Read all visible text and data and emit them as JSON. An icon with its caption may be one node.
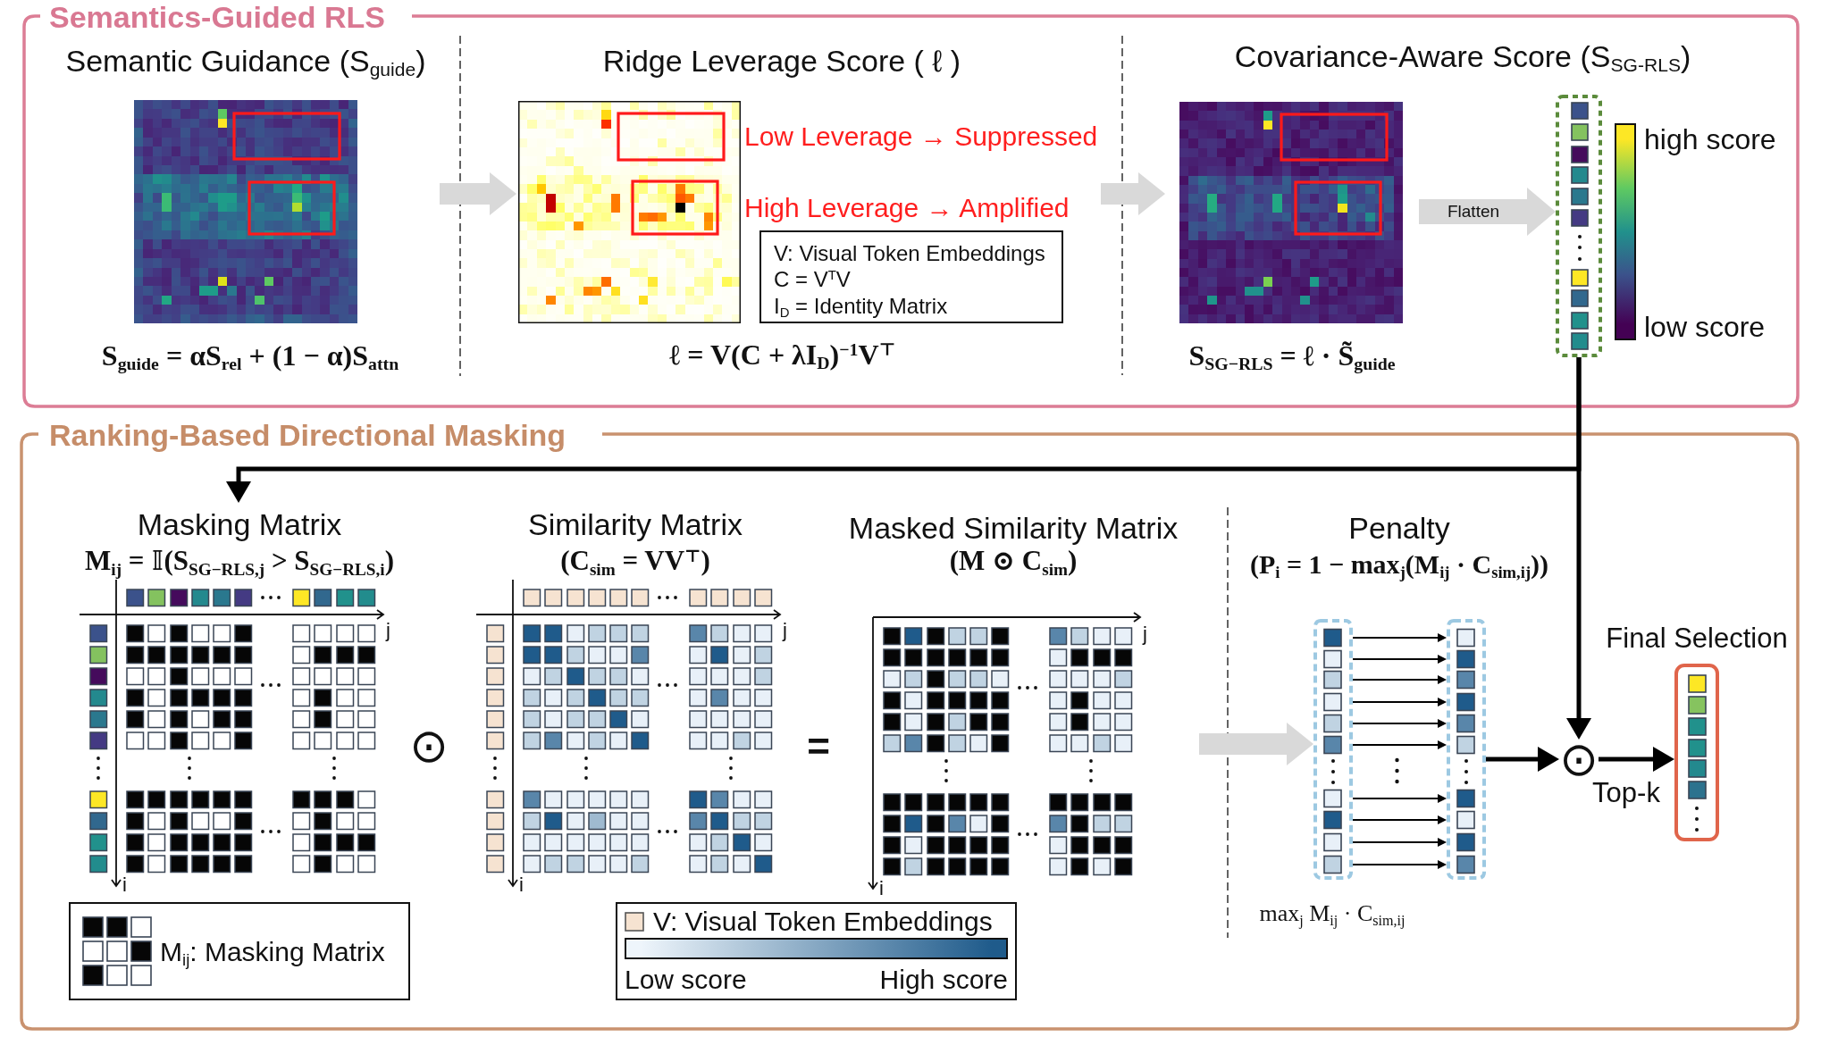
{
  "diagram": {
    "nodes": [
      {
        "text": [
          "Semantics-Guided RLS"
        ]
      },
      {
        "text": [
          "Semantic Guidance (S$_{guide}$)"
        ],
        "beside": [
          "S$_{guide}$ = αS$_{rel}$ + (1 − α)S$_{attn}$"
        ],
        "in": 0
      },
      {
        "text": [
          "Ridge Leverage Score ( ℓ )"
        ],
        "beside": [
          "Low Leverage → Suppressed",
          "High Leverage → Amplified",
          "ℓ = V(C + λI$_{D}$)$^{−1}$V$^{⊤}$"
        ],
        "in": 0
      },
      {
        "text": [
          "V: Visual Token Embeddings",
          "C = V$^{T}$V",
          "I$_{D}$ = Identity Matrix"
        ],
        "in": 0
      },
      {
        "text": [],
        "shape": "picture",
        "beside": [
          "S$_{SG−RLS}$ = ℓ · S̃$_{guide}$"
        ],
        "in": 0
      },
      {
        "text": [],
        "shape": "box",
        "in": 0
      },
      {
        "text": [
          "Ranking-Based Directional Masking"
        ]
      },
      {
        "text": [
          "Masking Matrix",
          "M$_{ij}$ = 𝕀(S$_{SG−RLS,j}$ > S$_{SG−RLS,i}$)",
          "j",
          "i"
        ],
        "in": 6
      },
      {
        "text": [
          "Similarity Matrix",
          "(C$_{sim}$ = VV$^{⊤}$)",
          "j",
          "i"
        ],
        "in": 6
      },
      {
        "text": [
          "Masked Similarity Matrix",
          "(M ⊙ C$_{sim}$)",
          "j",
          "i"
        ],
        "in": 6
      },
      {
        "text": [],
        "shape": "box",
        "in": 6
      },
      {
        "text": [],
        "shape": "box",
        "in": 6
      },
      {
        "text": [
          "⊙"
        ],
        "in": 6
      },
      {
        "text": [],
        "shape": "box",
        "beside": [
          "Final Selection"
        ],
        "in": 6
      }
    ],
    "edges": [
      {
        "from": 1,
        "to": 2,
        "arrow": "to",
        "style": "thick",
        "color": "#d9d9d9"
      },
      {
        "from": 2,
        "to": 4,
        "arrow": "to",
        "style": "thick",
        "color": "#d9d9d9"
      },
      {
        "from": 4,
        "to": 5,
        "arrow": "to",
        "label": "Flatten",
        "style": "thick",
        "color": "#d9d9d9"
      },
      {
        "from": 5,
        "to": 7,
        "arrow": "to",
        "style": "thick"
      },
      {
        "from": 5,
        "to": 12,
        "arrow": "to",
        "style": "thick"
      },
      {
        "from": 9,
        "to": 10,
        "arrow": "to",
        "style": "thick",
        "color": "#d9d9d9"
      },
      {
        "from": 10,
        "to": 11,
        "arrow": "to"
      },
      {
        "from": 10,
        "to": 11,
        "arrow": "to"
      },
      {
        "from": 10,
        "to": 11,
        "arrow": "to"
      },
      {
        "from": 10,
        "to": 11,
        "arrow": "to"
      },
      {
        "from": 10,
        "to": 11,
        "arrow": "to"
      },
      {
        "from": 10,
        "to": 11,
        "arrow": "to"
      },
      {
        "from": 10,
        "to": 11,
        "arrow": "to"
      },
      {
        "from": 10,
        "to": 11,
        "arrow": "to"
      },
      {
        "from": 10,
        "to": 11,
        "arrow": "to"
      },
      {
        "from": 10,
        "to": 11,
        "arrow": "to"
      },
      {
        "from": 11,
        "to": 12,
        "arrow": "to",
        "style": "thick"
      },
      {
        "from": 12,
        "to": 13,
        "arrow": "to",
        "label": "Top-k",
        "style": "thick"
      }
    ],
    "labels": [
      "Covariance-Aware Score (S$_{SG-RLS}$)",
      "Penalty",
      "(P$_{i}$ = 1 − max$_{j}$(M$_{ij}$ · C$_{sim,ij}$))",
      "⊙",
      "=",
      "max$_{j}$ M$_{ij}$ · C$_{sim,ij}$"
    ],
    "legend": [
      {
        "text": "high score",
        "color": "#fde725"
      },
      {
        "text": "low score",
        "color": "#440154"
      },
      {
        "text": "M$_{ij}$: Masking Matrix"
      },
      {
        "text": "V: Visual Token Embeddings",
        "color": "#f6e3d1"
      },
      {
        "text": "Low score",
        "color": "#eef5fb"
      },
      {
        "text": "High score",
        "color": "#1f5b8b"
      }
    ]
  }
}
